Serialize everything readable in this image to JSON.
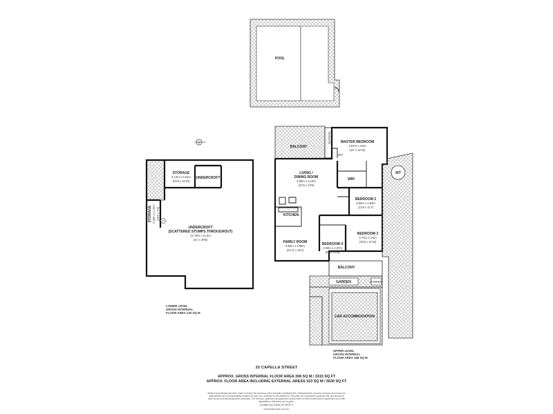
{
  "address": "33 CAPELLA STREET",
  "area_internal": "APPROX. GROSS INTERNAL FLOOR AREA 308 SQ M / 3315 SQ FT",
  "area_including_external": "APPROX. FLOOR AREA INCLUDING EXTERNAL AREAS 523 SQ M / 5630 SQ FT",
  "disclaimer": "Whilst every attempt has been made to ensure the accuracy of the floorplan contained here, measurements of doors, windows and rooms are approximate and no responsibility is taken for any error, omission or mis-statement. This plan is for illustrative purposes only and should be used as such by any prospective purchaser. The services, systems and appliances shown have not been tested and no guarantee as to their operability or efficiency can be given.",
  "credit": "Created by REALSCOPE ©",
  "website": "www.realscope.com.au",
  "lower_level": {
    "line1": "LOWER LEVEL",
    "line2": "GROSS INTERNAL",
    "line3": "FLOOR AREA 140 SQ M"
  },
  "upper_level": {
    "line1": "UPPER LEVEL",
    "line2": "GROSS INTERNAL",
    "line3": "FLOOR AREA 168 SQ M"
  },
  "rooms": {
    "pool": "POOL",
    "balcony_top": "BALCONY",
    "master_bedroom": {
      "name": "MASTER BEDROOM",
      "dim_m": "4.87m x 3.9m",
      "dim_ft": "(16' x 12'10)"
    },
    "living_dining": {
      "name": "LIVING /",
      "name2": "DINING ROOM",
      "dim_m": "6.85m x 3.19m",
      "dim_ft": "(22'6 x 10'5)"
    },
    "kitchen": "KITCHEN",
    "wir": "WIR",
    "dry": "DRY",
    "ensuite": "ENSUITE",
    "bedroom2": {
      "name": "BEDROOM 2",
      "dim_m": "3.82m x 3.55m",
      "dim_ft": "(12'6 x 11'7)"
    },
    "bedroom3": {
      "name": "BEDROOM 3",
      "dim_m": "4.74m x 3.5m",
      "dim_ft": "(15'6 x 11'10)"
    },
    "bedroom4": {
      "name": "BEDROOM 4",
      "dim_m": "2.99m x 2.97m",
      "dim_ft": "(9'10 x 9'9)"
    },
    "family_room": {
      "name": "FAMILY ROOM",
      "dim_m": "6.55m x 4.89m",
      "dim_ft": "(21'11 x 16'1)"
    },
    "balcony_lower": "BALCONY",
    "garden": "GARDEN",
    "garden_small": "GARDEN",
    "car_accommodation": "CAR ACCOMMODATION",
    "wt": "WT",
    "storage_top": {
      "name": "STORAGE",
      "dim_m": "5.14m x 3.61m",
      "dim_ft": "(20'8 x 11'10)"
    },
    "undercroft_small": "UNDERCROFT",
    "storage_side": {
      "name": "STORAGE",
      "dim_m": "6.09m x 2.31m",
      "dim_ft": "(19'2 x 7'5)"
    },
    "undercroft_main": {
      "name": "UNDERCROFT",
      "name2": "(SCATTERED STUMPS THROUGHOUT)",
      "dim_m": "12.79m x 11.5m",
      "dim_ft": "(42' x 38'5)"
    },
    "h": "H"
  },
  "compass": "N"
}
